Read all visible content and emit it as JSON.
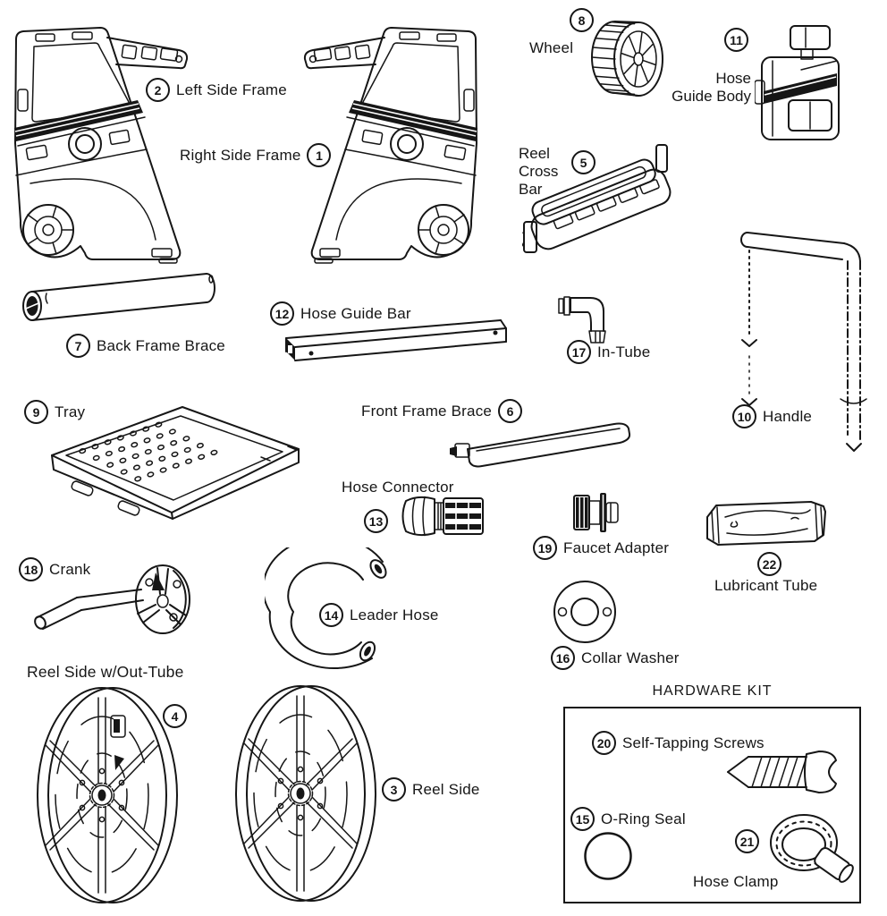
{
  "colors": {
    "ink": "#161616",
    "background": "#ffffff"
  },
  "hardware_kit": {
    "title": "HARDWARE KIT"
  },
  "parts": {
    "right_side_frame": {
      "num": "1",
      "label": "Right Side Frame"
    },
    "left_side_frame": {
      "num": "2",
      "label": "Left Side Frame"
    },
    "reel_side": {
      "num": "3",
      "label": "Reel Side"
    },
    "reel_side_out_tube": {
      "num": "4",
      "label": "Reel Side w/Out-Tube"
    },
    "reel_cross_bar": {
      "num": "5",
      "label": "Reel Cross Bar",
      "lines": [
        "Reel",
        "Cross",
        "Bar"
      ]
    },
    "front_frame_brace": {
      "num": "6",
      "label": "Front Frame Brace"
    },
    "back_frame_brace": {
      "num": "7",
      "label": "Back Frame Brace"
    },
    "wheel": {
      "num": "8",
      "label": "Wheel"
    },
    "tray": {
      "num": "9",
      "label": "Tray"
    },
    "handle": {
      "num": "10",
      "label": "Handle"
    },
    "hose_guide_body": {
      "num": "11",
      "label": "Hose Guide Body",
      "lines": [
        "Hose",
        "Guide Body"
      ]
    },
    "hose_guide_bar": {
      "num": "12",
      "label": "Hose Guide Bar"
    },
    "hose_connector": {
      "num": "13",
      "label": "Hose Connector"
    },
    "leader_hose": {
      "num": "14",
      "label": "Leader Hose"
    },
    "o_ring_seal": {
      "num": "15",
      "label": "O-Ring Seal"
    },
    "collar_washer": {
      "num": "16",
      "label": "Collar Washer"
    },
    "in_tube": {
      "num": "17",
      "label": "In-Tube"
    },
    "crank": {
      "num": "18",
      "label": "Crank"
    },
    "faucet_adapter": {
      "num": "19",
      "label": "Faucet Adapter"
    },
    "self_tapping_screws": {
      "num": "20",
      "label": "Self-Tapping Screws"
    },
    "hose_clamp": {
      "num": "21",
      "label": "Hose Clamp"
    },
    "lubricant_tube": {
      "num": "22",
      "label": "Lubricant Tube"
    }
  }
}
